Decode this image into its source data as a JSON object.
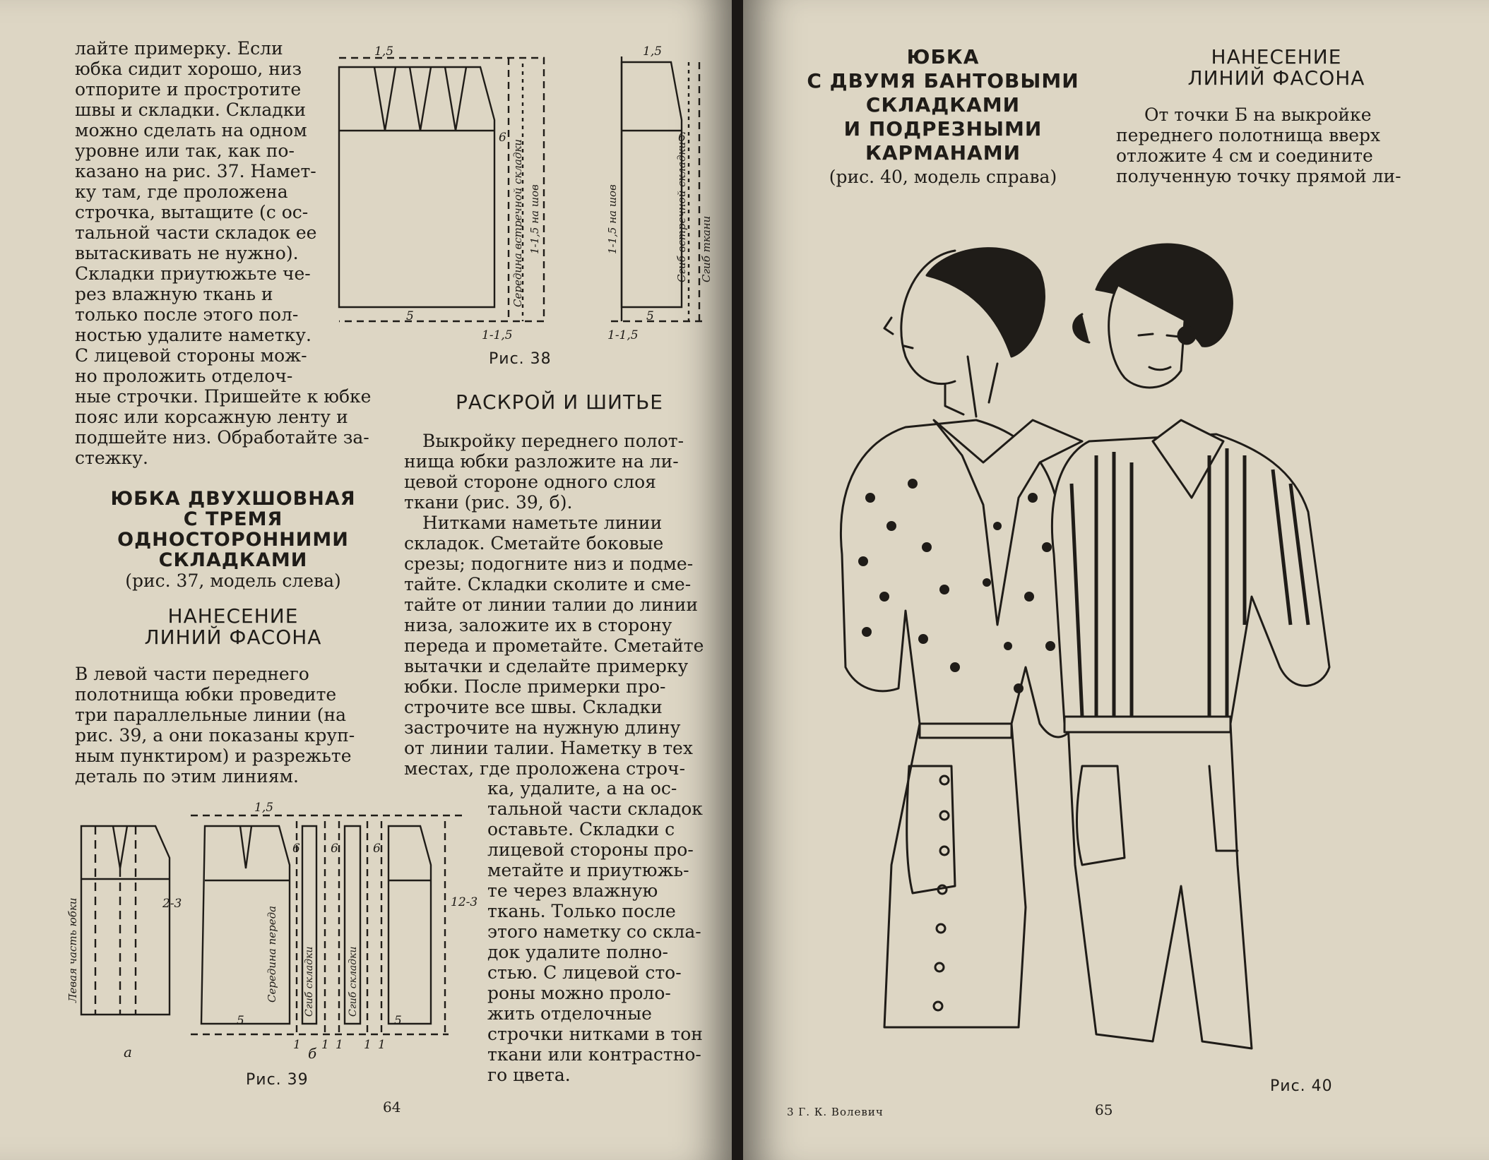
{
  "left_page": {
    "para_continuation": "лайте примерку. Если\nюбка сидит хорошо, низ\nотпорите и простротите\nшвы и складки. Складки\nможно сделать на одном\nуровне или так, как по-\nказано на рис. 37. Намет-\nку там, где проложена\nстрочка, вытащите (с ос-\nтальной части складок ее\nвытаскивать не нужно).\nСкладки приутюжьте че-\nрез влажную ткань и\nтолько после этого пол-\nностью удалите наметку.\nС лицевой стороны мож-\nно проложить отделоч-\nные строчки. Пришейте к юбке\nпояс или корсажную ленту и\nподшейте низ. Обработайте за-\nстежку.",
    "section_heading": "ЮБКА ДВУХШОВНАЯ\nС ТРЕМЯ\nОДНОСТОРОННИМИ\nСКЛАДКАМИ",
    "section_sub": "(рис. 37, модель слева)",
    "marking_heading": "НАНЕСЕНИЕ\nЛИНИЙ ФАСОНА",
    "marking_para": "В левой части переднего\nполотнища юбки проведите\nтри параллельные линии (на\nрис. 39, а они показаны круп-\nным пунктиром) и разрежьте\nдеталь по этим линиям.",
    "fig38_caption": "Рис. 38",
    "fig39_caption": "Рис. 39",
    "cutting_heading": "РАСКРОЙ И ШИТЬЕ",
    "cutting_para_1": "Выкройку переднего полот-\nнища юбки разложите на ли-\nцевой стороне одного слоя\nткани (рис. 39, б).",
    "cutting_para_2": "Нитками наметьте линии\nскладок. Сметайте боковые\nсрезы; подогните низ и подме-\nтайте. Складки сколите и сме-\nтайте от линии талии до линии\nниза, заложите их в сторону\nпереда и прометайте. Сметайте\nвытачки и сделайте примерку\nюбки. После примерки про-\nстрочите все швы. Складки\nзастрочите на нужную длину\nот линии талии. Наметку в тех\nместах, где проложена строч-",
    "cutting_para_3": "ка, удалите, а на ос-\nтальной части складок\nоставьте. Складки с\nлицевой стороны про-\nметайте и приутюжь-\nте через влажную\nткань. Только после\nэтого наметку со скла-\nдок удалите полно-\nстью. С лицевой сто-\nроны можно проло-\nжить отделочные\nстрочки нитками в тон\nткани или контрастно-\nго цвета.",
    "page_number": "64",
    "fig38_labels": {
      "top_a": "1,5",
      "top_b": "1,5",
      "bottom_a": "5",
      "bottom_b": "5",
      "foot_a": "1-1,5",
      "foot_b": "1-1,5",
      "six": "6",
      "rot_a": "Середина встречной складки",
      "rot_b": "1-1,5 на шов",
      "rot_c": "1-1,5 на шов",
      "rot_d": "Сгиб встречной складки",
      "rot_e": "Сгиб ткани"
    },
    "fig39_labels": {
      "top": "1,5",
      "left_range": "2-3",
      "right_range": "12-3",
      "bottom_a": "5",
      "bottom_b": "5",
      "one": "1",
      "six": "6",
      "letter_a": "а",
      "letter_b": "б",
      "rot_left": "Левая часть юбки",
      "rot_mid": "Середина переда",
      "rot_fold": "Сгиб складки"
    }
  },
  "right_page": {
    "title": "ЮБКА\nС ДВУМЯ БАНТОВЫМИ\nСКЛАДКАМИ\nИ ПОДРЕЗНЫМИ\nКАРМАНАМИ",
    "title_sub": "(рис. 40, модель справа)",
    "marking_heading": "НАНЕСЕНИЕ\nЛИНИЙ ФАСОНА",
    "marking_para": "От точки Б на выкройке\nпереднего полотнища вверх\nотложите 4 см и соедините\nполученную точку прямой ли-",
    "fig40_caption": "Рис. 40",
    "footer_signature": "3 Г. К. Волевич",
    "page_number": "65"
  }
}
